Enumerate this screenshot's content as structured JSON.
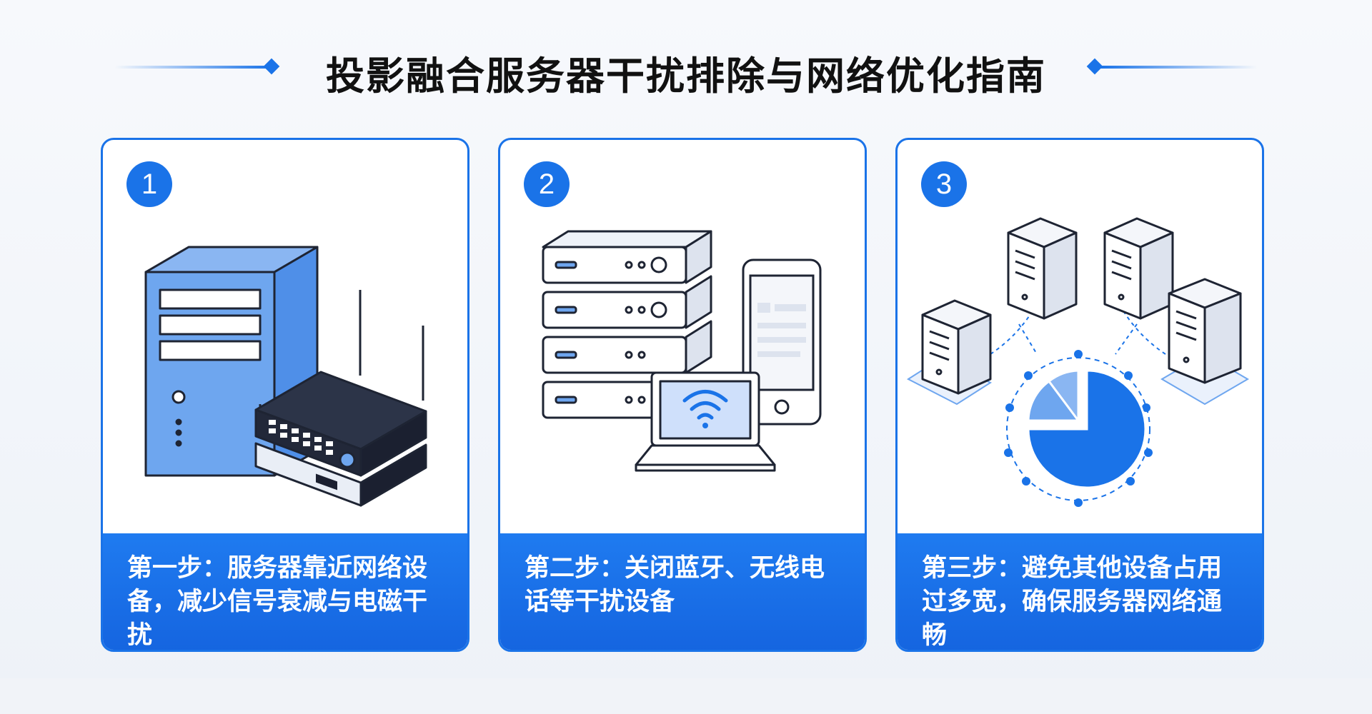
{
  "title": "投影融合服务器干扰排除与网络优化指南",
  "steps": [
    {
      "number": "1",
      "caption": "第一步：服务器靠近网络设备，减少信号衰减与电磁干扰"
    },
    {
      "number": "2",
      "caption": "第二步：关闭蓝牙、无线电话等干扰设备"
    },
    {
      "number": "3",
      "caption": "第三步：避免其他设备占用过多宽，确保服务器网络通畅"
    }
  ],
  "colors": {
    "accent": "#1a73e8",
    "caption_bg": "#1565e0",
    "light_blue": "#6ea6ef",
    "dark": "#1e2433"
  }
}
